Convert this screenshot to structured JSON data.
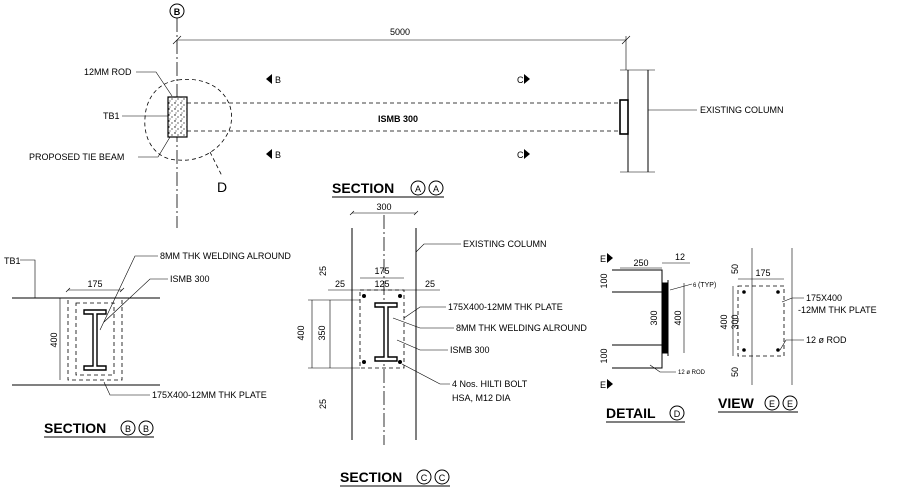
{
  "section_aa": {
    "grid_bubble": "B",
    "dim_length": "5000",
    "rod_label": "12MM ROD",
    "tb_label": "TB1",
    "beam_label": "ISMB 300",
    "tie_beam_label": "PROPOSED TIE BEAM",
    "column_label": "EXISTING COLUMN",
    "detail_marker": "D",
    "cut_b_top": "B",
    "cut_b_bottom": "B",
    "cut_c_top": "C",
    "cut_c_bottom": "C",
    "title": "SECTION",
    "title_mark_1": "A",
    "title_mark_2": "A"
  },
  "section_bb": {
    "tb_label": "TB1",
    "weld_label": "8MM THK WELDING ALROUND",
    "beam_label": "ISMB 300",
    "dim_175": "175",
    "dim_400": "400",
    "plate_label": "175X400-12MM THK PLATE",
    "title": "SECTION",
    "title_mark_1": "B",
    "title_mark_2": "B"
  },
  "section_cc": {
    "dim_300": "300",
    "column_label": "EXISTING COLUMN",
    "dim_175": "175",
    "dim_125": "125",
    "dim_25_left": "25",
    "dim_25_right": "25",
    "dim_25_top": "25",
    "dim_25_bottom": "25",
    "dim_400": "400",
    "dim_350": "350",
    "plate_label": "175X400-12MM THK PLATE",
    "weld_label": "8MM THK WELDING ALROUND",
    "beam_label": "ISMB 300",
    "bolt_label_1": "4 Nos. HILTI BOLT",
    "bolt_label_2": "HSA, M12 DIA",
    "title": "SECTION",
    "title_mark_1": "C",
    "title_mark_2": "C"
  },
  "detail_d": {
    "dim_250": "250",
    "dim_12": "12",
    "weld_note": "(TYP)",
    "weld_size": "6",
    "dim_100_top": "100",
    "dim_300": "300",
    "dim_400": "400",
    "dim_100_bottom": "100",
    "rod_note": "12 ø ROD",
    "cut_e_top": "E",
    "cut_e_bottom": "E",
    "title": "DETAIL",
    "title_mark": "D"
  },
  "view_ee": {
    "dim_50_top": "50",
    "dim_175": "175",
    "dim_400": "400",
    "dim_300": "300",
    "dim_50_bottom": "50",
    "plate_label_1": "175X400",
    "plate_label_2": "-12MM THK PLATE",
    "rod_label": "12 ø ROD",
    "title": "VIEW",
    "title_mark_1": "E",
    "title_mark_2": "E"
  }
}
